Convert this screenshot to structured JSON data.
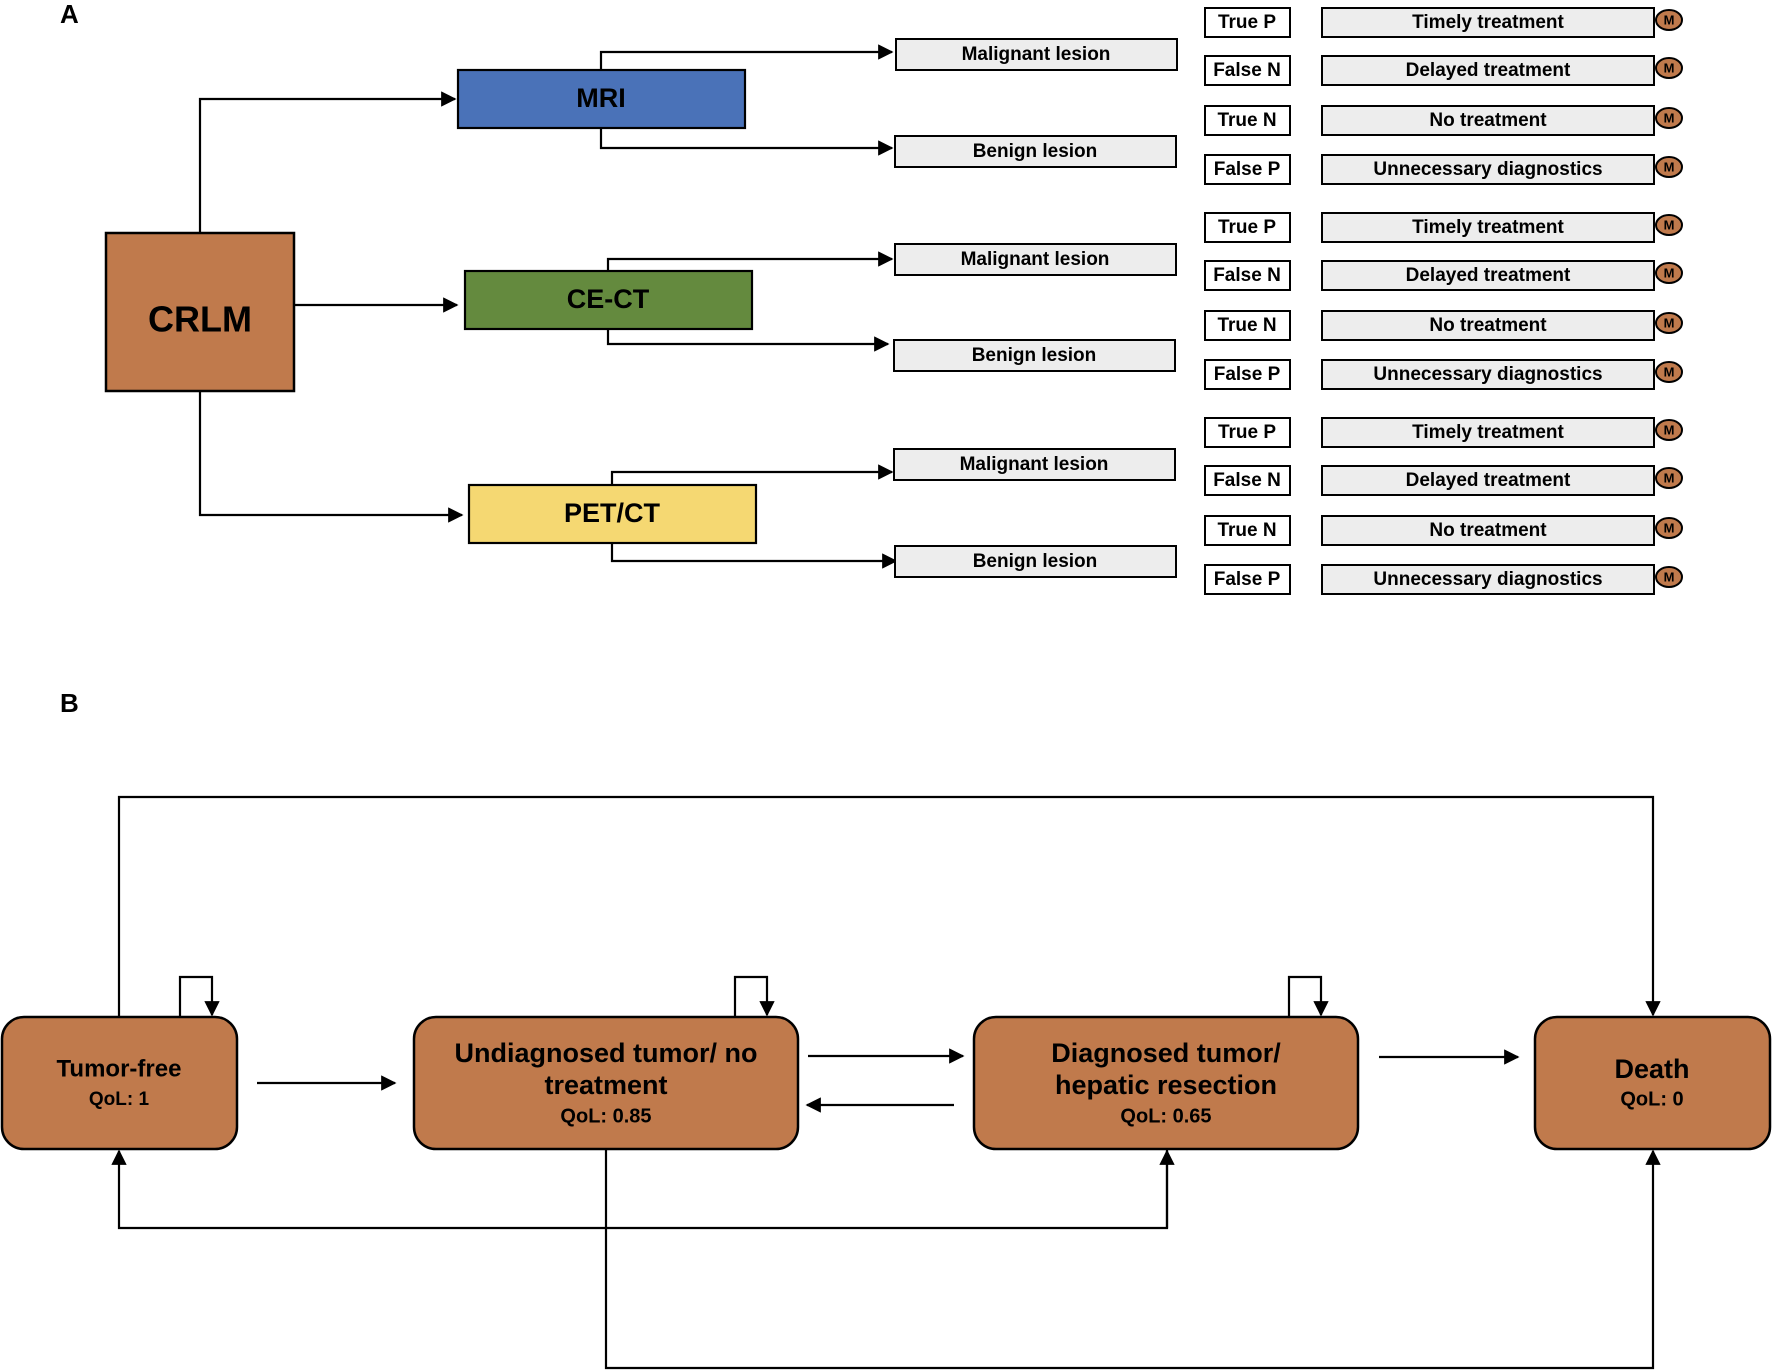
{
  "panel_a": {
    "label": "A",
    "root": {
      "text": "CRLM",
      "color": "#C07A4C"
    },
    "modalities": [
      {
        "text": "MRI",
        "color": "#4A72B8"
      },
      {
        "text": "CE-CT",
        "color": "#648A3E"
      },
      {
        "text": "PET/CT",
        "color": "#F5D872"
      }
    ],
    "lesions": [
      "Malignant lesion",
      "Benign lesion"
    ],
    "results": [
      "True P",
      "False N",
      "True N",
      "False P"
    ],
    "outcomes": [
      "Timely treatment",
      "Delayed treatment",
      "No treatment",
      "Unnecessary diagnostics"
    ],
    "markov_marker": "M",
    "box_fill": "#EDEDED"
  },
  "panel_b": {
    "label": "B",
    "state_color": "#C07A4C",
    "states": [
      {
        "lines": [
          "Tumor-free"
        ],
        "qol": "QoL: 1"
      },
      {
        "lines": [
          "Undiagnosed tumor/ no",
          "treatment"
        ],
        "qol": "QoL: 0.85"
      },
      {
        "lines": [
          "Diagnosed tumor/",
          "hepatic resection"
        ],
        "qol": "QoL: 0.65"
      },
      {
        "lines": [
          "Death"
        ],
        "qol": "QoL: 0"
      }
    ]
  }
}
